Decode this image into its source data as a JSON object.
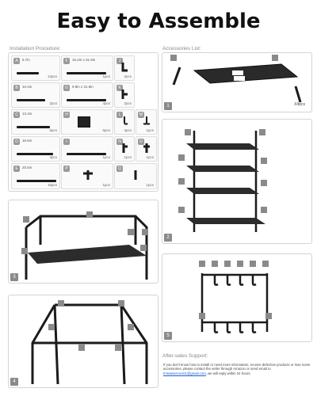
{
  "title": "Easy to Assemble",
  "installation": {
    "label": "Installation Procedure:",
    "parts": [
      {
        "id": "A",
        "name": "6.7in",
        "qty": "12pcs"
      },
      {
        "id": "B",
        "name": "10.4in",
        "qty": "2pcs"
      },
      {
        "id": "C",
        "name": "13.4in",
        "qty": "6pcs"
      },
      {
        "id": "D",
        "name": "16.5in",
        "qty": "4pcs"
      },
      {
        "id": "E",
        "name": "20.5in",
        "qty": "16pcs"
      },
      {
        "id": "F",
        "name": "15.4in x 31.9in",
        "qty": "1pcs"
      },
      {
        "id": "G",
        "name": "9.8in x 31.9in",
        "qty": "4pcs"
      },
      {
        "id": "H",
        "name": "",
        "qty": "6pcs"
      },
      {
        "id": "I",
        "name": "",
        "qty": "1pcs"
      },
      {
        "id": "J",
        "name": "",
        "qty": "2pcs"
      },
      {
        "id": "K",
        "name": "",
        "qty": "2pcs"
      },
      {
        "id": "L",
        "name": "",
        "qty": "4pcs"
      },
      {
        "id": "M",
        "name": "",
        "qty": "1pcs"
      },
      {
        "id": "N",
        "name": "",
        "qty": "1pcs"
      },
      {
        "id": "O",
        "name": "",
        "qty": "1pcs"
      },
      {
        "id": "P",
        "name": "",
        "qty": "1pcs"
      },
      {
        "id": "Q",
        "name": "",
        "qty": "1pcs"
      }
    ]
  },
  "accessories": {
    "label": "Accessories List:",
    "qty": "X4pcs"
  },
  "steps": [
    "1",
    "2",
    "3",
    "4",
    "5"
  ],
  "support": {
    "label": "After-sales Support:",
    "text": "If you don't know how to install or need more information, receive defective products or lose some accessories, please contact the seller through Amazon or send email to",
    "email": "tmtsalservice01@gmail.com",
    "reply": ", we will reply within 24 hours."
  },
  "colors": {
    "frame": "#1b1b1b",
    "badge": "#8a8a8a",
    "border": "#d4d4d4"
  }
}
